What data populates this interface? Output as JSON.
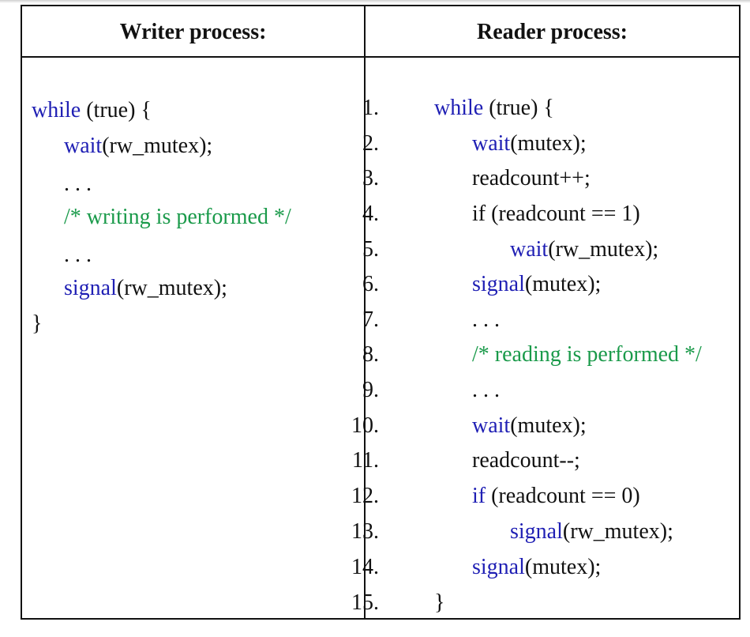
{
  "headers": {
    "writer": "Writer process:",
    "reader": "Reader process:"
  },
  "writer_code": [
    [
      {
        "t": "while",
        "c": "kw"
      },
      {
        "t": " (true) {",
        "c": "tx"
      }
    ],
    [
      {
        "t": "wait",
        "c": "kw"
      },
      {
        "t": "(rw_mutex);",
        "c": "tx"
      }
    ],
    [
      {
        "t": ". . .",
        "c": "tx"
      }
    ],
    [
      {
        "t": "/* writing is performed */",
        "c": "cm"
      }
    ],
    [
      {
        "t": ". . .",
        "c": "tx"
      }
    ],
    [
      {
        "t": "signal",
        "c": "kw"
      },
      {
        "t": "(rw_mutex);",
        "c": "tx"
      }
    ],
    [
      {
        "t": "}",
        "c": "tx"
      }
    ]
  ],
  "reader_code": [
    {
      "n": "1.",
      "parts": [
        {
          "t": "while",
          "c": "kw"
        },
        {
          "t": " (true) {",
          "c": "tx"
        }
      ]
    },
    {
      "n": "2.",
      "parts": [
        {
          "t": "wait",
          "c": "kw"
        },
        {
          "t": "(mutex);",
          "c": "tx"
        }
      ]
    },
    {
      "n": "3.",
      "parts": [
        {
          "t": "readcount++;",
          "c": "tx"
        }
      ]
    },
    {
      "n": "4.",
      "parts": [
        {
          "t": "if (readcount == 1)",
          "c": "tx"
        }
      ]
    },
    {
      "n": "5.",
      "parts": [
        {
          "t": "wait",
          "c": "kw"
        },
        {
          "t": "(rw_mutex);",
          "c": "tx"
        }
      ]
    },
    {
      "n": "6.",
      "parts": [
        {
          "t": "signal",
          "c": "kw"
        },
        {
          "t": "(mutex);",
          "c": "tx"
        }
      ]
    },
    {
      "n": "7.",
      "parts": [
        {
          "t": ". . .",
          "c": "tx"
        }
      ]
    },
    {
      "n": "8.",
      "parts": [
        {
          "t": "/* reading is performed */",
          "c": "cm"
        }
      ]
    },
    {
      "n": "9.",
      "parts": [
        {
          "t": ". . .",
          "c": "tx"
        }
      ]
    },
    {
      "n": "10.",
      "parts": [
        {
          "t": "wait",
          "c": "kw"
        },
        {
          "t": "(mutex);",
          "c": "tx"
        }
      ]
    },
    {
      "n": "11.",
      "parts": [
        {
          "t": "readcount--;",
          "c": "tx"
        }
      ]
    },
    {
      "n": "12.",
      "parts": [
        {
          "t": "if",
          "c": "kw"
        },
        {
          "t": " (readcount == 0)",
          "c": "tx"
        }
      ]
    },
    {
      "n": "13.",
      "parts": [
        {
          "t": "signal",
          "c": "kw"
        },
        {
          "t": "(rw_mutex);",
          "c": "tx"
        }
      ]
    },
    {
      "n": "14.",
      "parts": [
        {
          "t": "signal",
          "c": "kw"
        },
        {
          "t": "(mutex);",
          "c": "tx"
        }
      ]
    },
    {
      "n": "15.",
      "parts": [
        {
          "t": "}",
          "c": "tx"
        }
      ]
    }
  ],
  "colors": {
    "keyword": "#1f1fb4",
    "comment": "#1a9a4a",
    "text": "#111111"
  }
}
